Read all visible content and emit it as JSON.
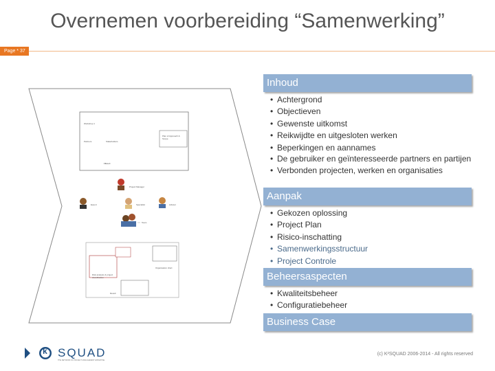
{
  "slide": {
    "title": "Overnemen voorbereiding “Samenwerking”",
    "page_label": "Page * 37"
  },
  "diagram": {
    "label_top": "Workshop 1",
    "label_a": "Partners",
    "label_b": "Stakeholders",
    "label_c": "Plan of Approach & Scope",
    "label_d": "Result",
    "label_person_top": "Project Manager",
    "label_person_left": "Expert",
    "label_person_mid": "Specialist",
    "label_person_right": "Advisor",
    "label_group": "Team",
    "label_doc_left": "Risk analysis & project classification",
    "label_doc_right": "Organisation chart",
    "label_doc_bottom": "Result"
  },
  "sections": [
    {
      "title": "Inhoud",
      "items": [
        {
          "text": "Achtergrond",
          "muted": false
        },
        {
          "text": "Objectieven",
          "muted": false
        },
        {
          "text": "Gewenste uitkomst",
          "muted": false
        },
        {
          "text": "Reikwijdte en uitgesloten werken",
          "muted": false
        },
        {
          "text": "Beperkingen en aannames",
          "muted": false
        },
        {
          "text": "De gebruiker en geïnteresseerde partners en partijen",
          "muted": false
        },
        {
          "text": "Verbonden projecten, werken en organisaties",
          "muted": false
        }
      ]
    },
    {
      "title": "Aanpak",
      "items": [
        {
          "text": "Gekozen oplossing",
          "muted": false
        },
        {
          "text": "Project Plan",
          "muted": false
        },
        {
          "text": "Risico-inschatting",
          "muted": false
        },
        {
          "text": "Samenwerkingsstructuur",
          "muted": true
        },
        {
          "text": "Project Controle",
          "muted": true
        }
      ]
    },
    {
      "title": "Beheersaspecten",
      "items": [
        {
          "text": "Kwaliteitsbeheer",
          "muted": false
        },
        {
          "text": "Configuratiebeheer",
          "muted": false
        }
      ]
    },
    {
      "title": "Business Case",
      "items": []
    }
  ],
  "footer": {
    "logo_text": "SQUAD",
    "logo_letter": "k",
    "logo_tagline": "THE NETWORK OF PROJECT MANAGEMENT EXPERTISE",
    "copyright": "(c) K²SQUAD 2006-2014 - All rights reserved"
  },
  "colors": {
    "accent_orange": "#e87722",
    "header_blue": "#93b1d3",
    "logo_blue": "#1f4f82"
  }
}
